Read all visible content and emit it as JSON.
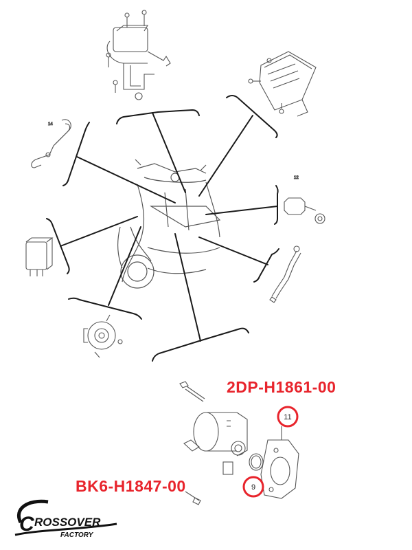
{
  "parts": [
    {
      "code": "2DP-H1861-00",
      "callout": "11"
    },
    {
      "code": "BK6-H1847-00",
      "callout": "9"
    }
  ],
  "small_callouts": [
    "14",
    "12"
  ],
  "logo": {
    "line1": "ROSSOVER",
    "initial": "C",
    "line2": "FACTORY"
  },
  "colors": {
    "accent": "#e8242c",
    "line": "#1a1a1a",
    "sketch": "#555555"
  }
}
